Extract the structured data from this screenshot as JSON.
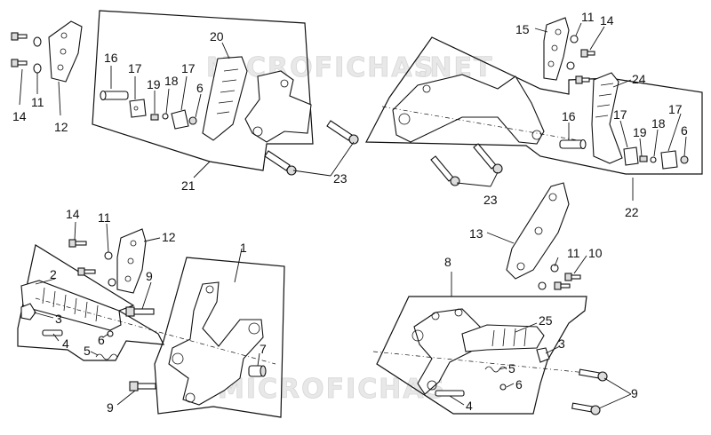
{
  "watermark": {
    "text_top_left": "MICROFICHAS",
    "text_top_right": ".NET",
    "text_bottom": "MICROFICHAS"
  },
  "callouts": {
    "tl_14": "14",
    "tl_11": "11",
    "tl_12": "12",
    "tl_16": "16",
    "tl_17a": "17",
    "tl_19": "19",
    "tl_18": "18",
    "tl_17b": "17",
    "tl_6": "6",
    "tl_20": "20",
    "tl_21": "21",
    "tl_23": "23",
    "tr_15": "15",
    "tr_11": "11",
    "tr_14": "14",
    "tr_24": "24",
    "tr_16": "16",
    "tr_17a": "17",
    "tr_19": "19",
    "tr_18": "18",
    "tr_17b": "17",
    "tr_6": "6",
    "tr_23": "23",
    "tr_22": "22",
    "bl_14": "14",
    "bl_11": "11",
    "bl_12": "12",
    "bl_1": "1",
    "bl_2": "2",
    "bl_9a": "9",
    "bl_3": "3",
    "bl_4": "4",
    "bl_6": "6",
    "bl_5": "5",
    "bl_7": "7",
    "bl_9b": "9",
    "br_13": "13",
    "br_11": "11",
    "br_10": "10",
    "br_8": "8",
    "br_25": "25",
    "br_3": "3",
    "br_5": "5",
    "br_6": "6",
    "br_4": "4",
    "br_9": "9"
  }
}
